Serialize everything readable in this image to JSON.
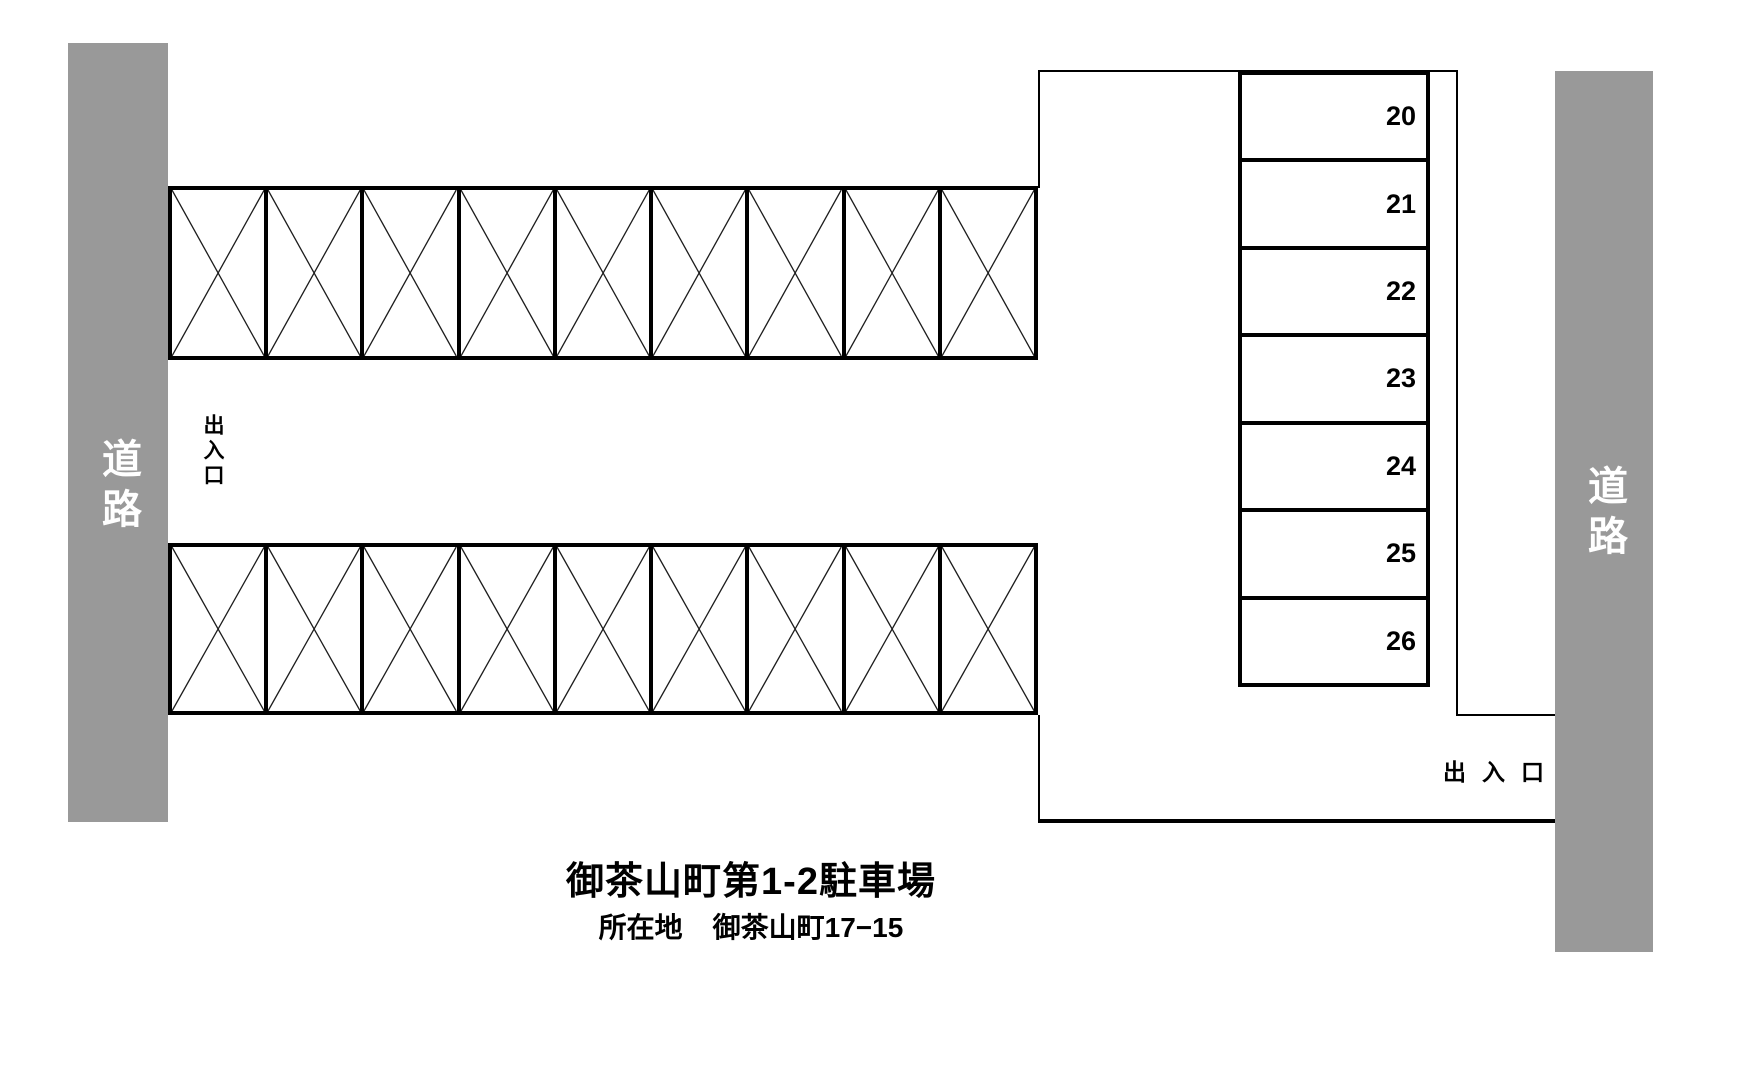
{
  "colors": {
    "road_gray": "#999999",
    "line_black": "#000000",
    "background": "#ffffff",
    "road_text_white": "#ffffff"
  },
  "roads": {
    "left_label": "道路",
    "right_label": "道路"
  },
  "entrances": {
    "left_label": "出入口",
    "right_label": "出入口"
  },
  "parking": {
    "crossed_rows": [
      {
        "position": "top",
        "cell_count": 9,
        "mark": "x-cross"
      },
      {
        "position": "bottom",
        "cell_count": 9,
        "mark": "x-cross"
      }
    ],
    "numbered_spaces": [
      "20",
      "21",
      "22",
      "23",
      "24",
      "25",
      "26"
    ]
  },
  "caption": {
    "title": "御茶山町第1-2駐車場",
    "address_label": "所在地",
    "address_value": "御茶山町17−15"
  }
}
